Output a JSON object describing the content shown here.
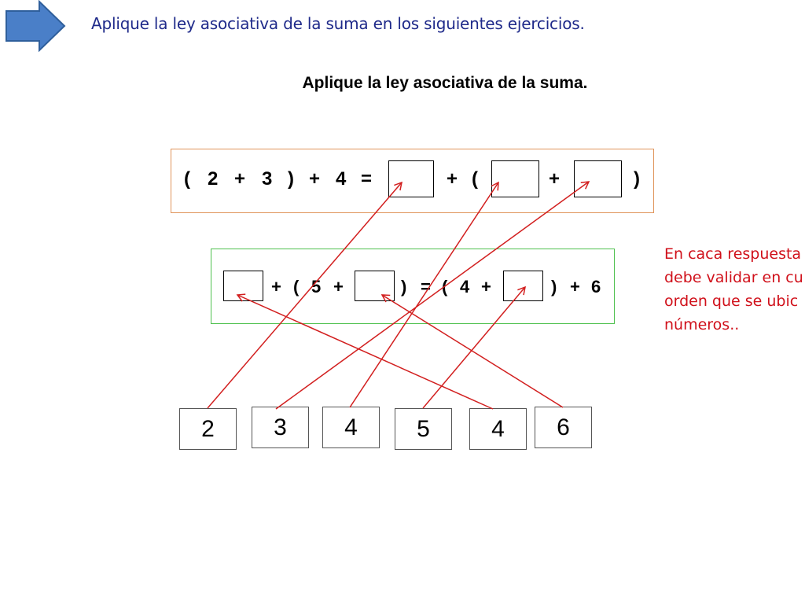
{
  "header": {
    "instruction": "Aplique la ley asociativa de la suma en los siguientes ejercicios.",
    "nav_icon": "right-arrow-icon"
  },
  "title": "Aplique la ley asociativa de la suma.",
  "equation1": {
    "open_paren": "(",
    "a": "2",
    "plus1": "+",
    "b": "3",
    "close_paren": ")",
    "plus2": "+",
    "c": "4",
    "equals": "=",
    "plus3": "+",
    "open_paren2": "(",
    "plus4": "+",
    "close_paren2": ")"
  },
  "equation2": {
    "plus1": "+",
    "open_paren": "(",
    "a": "5",
    "plus2": "+",
    "close_paren": ")",
    "equals": "=",
    "open_paren2": "(",
    "b": "4",
    "plus3": "+",
    "close_paren2": ")",
    "plus4": "+",
    "c": "6"
  },
  "tiles": [
    "2",
    "3",
    "4",
    "5",
    "4",
    "6"
  ],
  "note": [
    "En caca respuesta",
    "debe validar en cu",
    "orden que se ubic",
    "números.."
  ],
  "colors": {
    "nav_arrow": "#4a7fc8",
    "instruction_text": "#1f2a8a",
    "box1_border": "#e0955c",
    "box2_border": "#4fc14f",
    "connector": "#d21f1f",
    "note_text": "#d0101a"
  }
}
